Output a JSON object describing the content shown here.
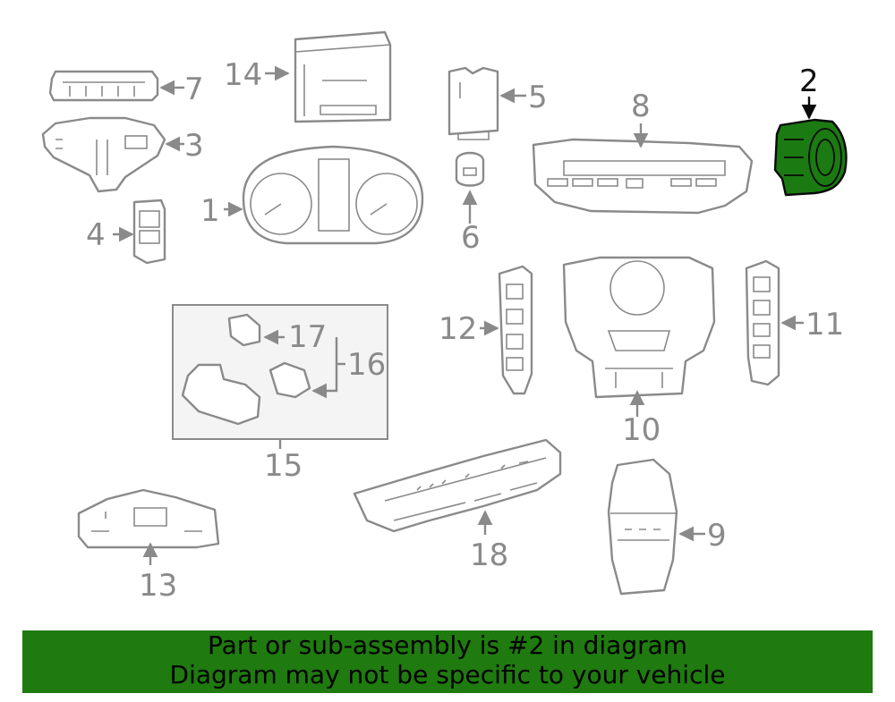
{
  "diagram": {
    "labels": {
      "p1": "1",
      "p2": "2",
      "p3": "3",
      "p4": "4",
      "p5": "5",
      "p6": "6",
      "p7": "7",
      "p8": "8",
      "p9": "9",
      "p10": "10",
      "p11": "11",
      "p12": "12",
      "p13": "13",
      "p14": "14",
      "p15": "15",
      "p16": "16",
      "p17": "17",
      "p18": "18"
    },
    "highlight_color": "#1b7a12",
    "line_color": "#8a8a8a"
  },
  "banner": {
    "line1": "Part or sub-assembly is #2 in diagram",
    "line2": "Diagram may not be specific to your vehicle",
    "color": "#1f7a0f"
  }
}
